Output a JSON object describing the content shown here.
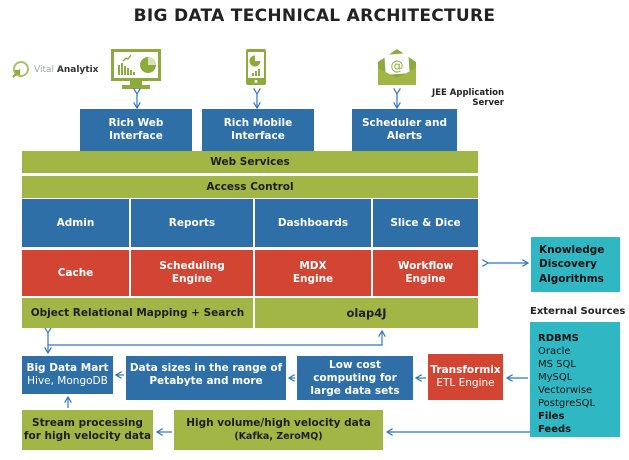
{
  "title": "BIG DATA TECHNICAL ARCHITECTURE",
  "logo": {
    "light": "Vital",
    "bold": "Analytix",
    "icon": "vital-analytix-logo-icon"
  },
  "server_label": {
    "line1": "JEE Application",
    "line2": "Server"
  },
  "icons": {
    "web": "monitor-chart-icon",
    "mobile": "mobile-chart-icon",
    "scheduler": "email-envelope-icon"
  },
  "interfaces": {
    "web": {
      "line1": "Rich Web",
      "line2": "Interface"
    },
    "mobile": {
      "line1": "Rich Mobile",
      "line2": "Interface"
    },
    "scheduler": {
      "line1": "Scheduler and",
      "line2": "Alerts"
    }
  },
  "layers": {
    "web_services": "Web Services",
    "access_control": "Access Control"
  },
  "modules": [
    {
      "label": "Admin"
    },
    {
      "label": "Reports"
    },
    {
      "label": "Dashboards"
    },
    {
      "label": "Slice & Dice"
    }
  ],
  "engines": [
    {
      "line1": "Cache",
      "line2": ""
    },
    {
      "line1": "Scheduling",
      "line2": "Engine"
    },
    {
      "line1": "MDX",
      "line2": "Engine"
    },
    {
      "line1": "Workflow",
      "line2": "Engine"
    }
  ],
  "data_layer": {
    "orm": "Object Relational Mapping + Search",
    "olap": "olap4J"
  },
  "knowledge": {
    "line1": "Knowledge",
    "line2": "Discovery",
    "line3": "Algorithms"
  },
  "external": {
    "heading": "External Sources",
    "items": [
      {
        "text": "RDBMS",
        "bold": true
      },
      {
        "text": "Oracle",
        "bold": false
      },
      {
        "text": "MS SQL",
        "bold": false
      },
      {
        "text": "MySQL",
        "bold": false
      },
      {
        "text": "Vectorwise",
        "bold": false
      },
      {
        "text": "PostgreSQL",
        "bold": false
      },
      {
        "text": "Files",
        "bold": true
      },
      {
        "text": "Feeds",
        "bold": true
      }
    ]
  },
  "pipeline": {
    "mart": {
      "title": "Big Data Mart",
      "sub": "Hive, MongoDB"
    },
    "petabyte": {
      "line1": "Data sizes in the range of",
      "line2": "Petabyte and more"
    },
    "lowcost": {
      "line1": "Low cost",
      "line2": "computing for",
      "line3": "large data sets"
    },
    "etl": {
      "title": "Transformix",
      "sub": "ETL Engine"
    },
    "stream": {
      "line1": "Stream processing",
      "line2": "for high velocity data"
    },
    "highvol": {
      "line1": "High volume/high velocity data",
      "line2": "(Kafka, ZeroMQ)"
    }
  },
  "colors": {
    "blue": "#2d6fa6",
    "red": "#d24533",
    "green": "#a2b645",
    "teal": "#2fb8c4",
    "arrow": "#2f77c0",
    "icon_green": "#8dab3c"
  }
}
